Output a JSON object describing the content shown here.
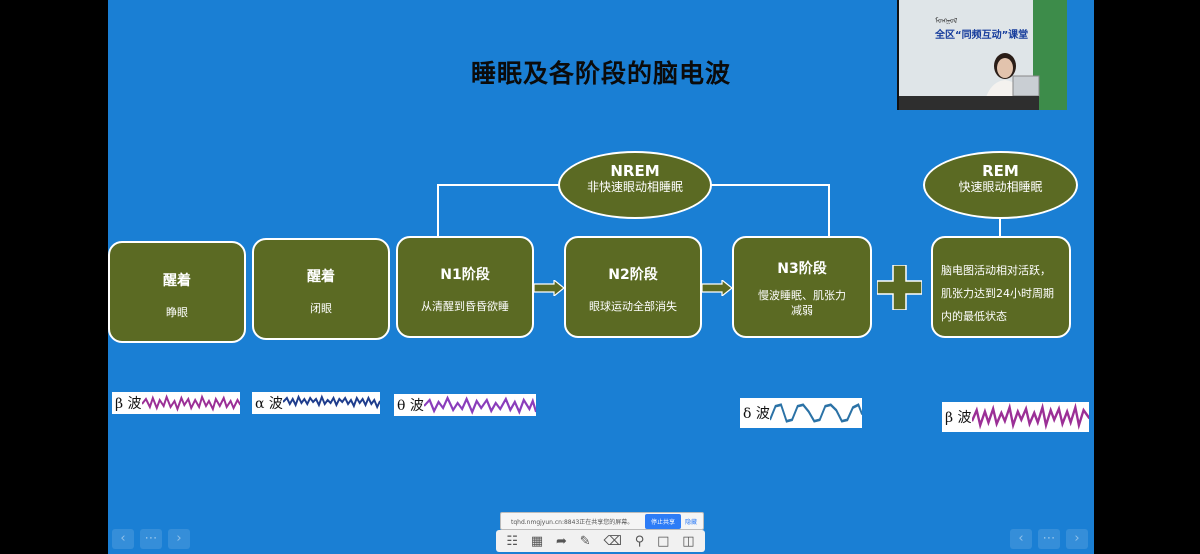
{
  "slide": {
    "title": "睡眠及各阶段的脑电波",
    "nrem": {
      "title": "NREM",
      "subtitle": "非快速眼动相睡眠"
    },
    "rem": {
      "title": "REM",
      "subtitle": "快速眼动相睡眠"
    },
    "stages": [
      {
        "title": "醒着",
        "desc": "睁眼"
      },
      {
        "title": "醒着",
        "desc": "闭眼"
      },
      {
        "title": "N1阶段",
        "desc": "从清醒到昏昏欲睡"
      },
      {
        "title": "N2阶段",
        "desc": "眼球运动全部消失"
      },
      {
        "title": "N3阶段",
        "desc": "慢波睡眠、肌张力减弱"
      }
    ],
    "rem_desc": "脑电图活动相对活跃，肌张力达到24小时周期内的最低状态",
    "waves": [
      {
        "label": "β 波",
        "color": "#9b2f96"
      },
      {
        "label": "α 波",
        "color": "#1e3c8c"
      },
      {
        "label": "θ 波",
        "color": "#8a3dbb"
      },
      {
        "label": "δ 波",
        "color": "#2b72a6"
      },
      {
        "label": "β 波",
        "color": "#9b2f96"
      }
    ]
  },
  "webcam": {
    "sign_text": "全区“同频互动”课堂",
    "sub_text": "ᠮᠣᠩᠭᠣᠯ"
  },
  "share_bar": {
    "url_text": "tqhd.nmgjyun.cn:8843正在共享您的屏幕。",
    "stop_label": "停止共享",
    "hide_label": "隐藏"
  },
  "toolbar": {
    "tools": [
      "screen-share-icon",
      "grid-icon",
      "pointer-icon",
      "pen-icon",
      "eraser-icon",
      "search-icon",
      "comment-icon",
      "present-icon"
    ]
  }
}
